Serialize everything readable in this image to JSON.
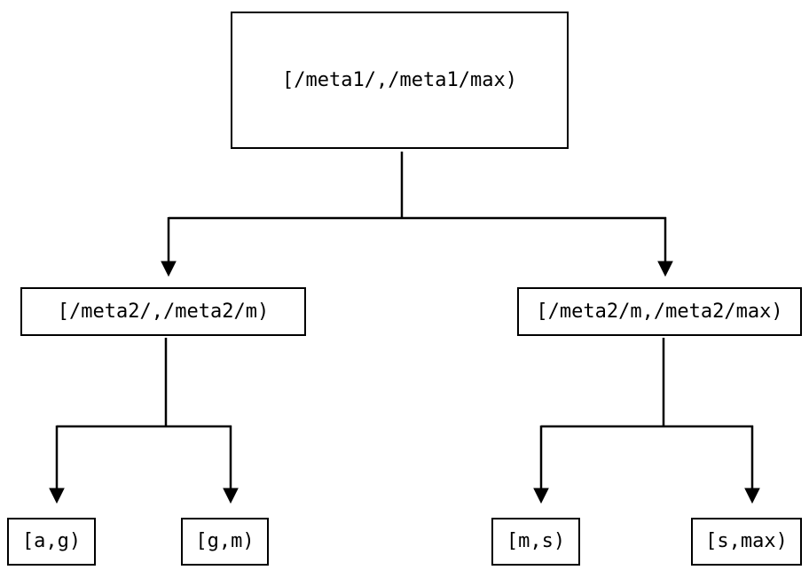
{
  "page": {
    "background_color": "#ffffff",
    "line_color": "#000000",
    "diagram_type": "binary interval-partition tree"
  },
  "tree": {
    "root": {
      "label": "[/meta1/,/meta1/max)"
    },
    "children": [
      {
        "label": "[/meta2/,/meta2/m)",
        "children": [
          {
            "label": "[a,g)"
          },
          {
            "label": "[g,m)"
          }
        ]
      },
      {
        "label": "[/meta2/m,/meta2/max)",
        "children": [
          {
            "label": "[m,s)"
          },
          {
            "label": "[s,max)"
          }
        ]
      }
    ]
  }
}
